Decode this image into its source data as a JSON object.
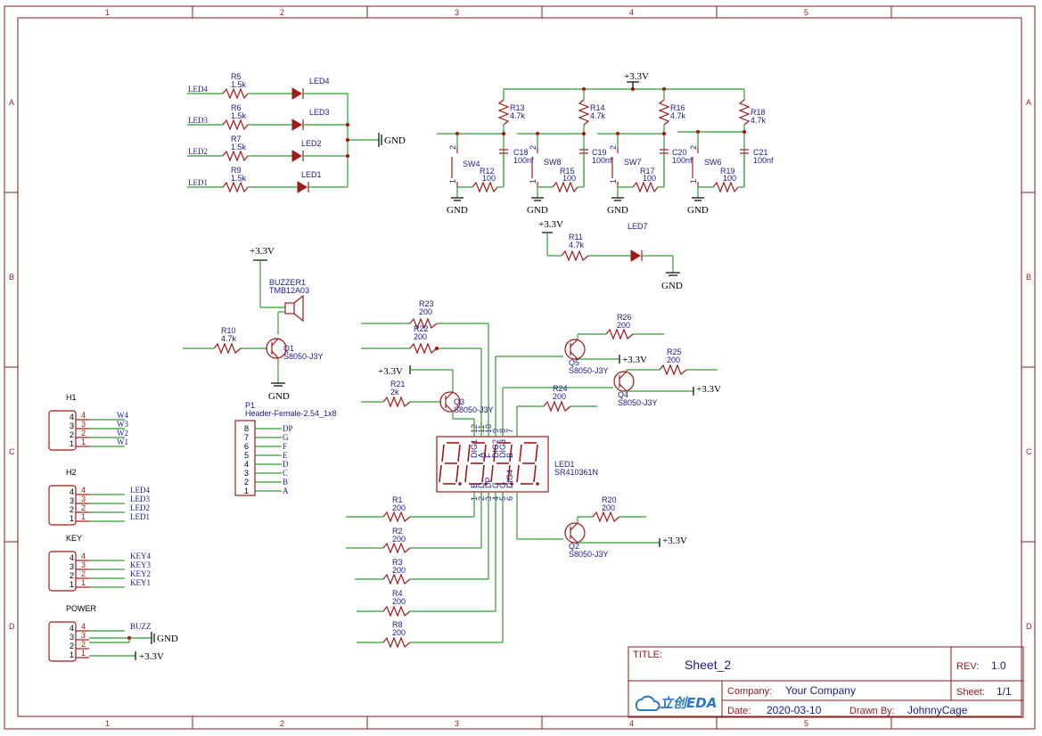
{
  "sheet": {
    "col_labels": [
      "1",
      "2",
      "3",
      "4",
      "5"
    ],
    "row_labels": [
      "A",
      "B",
      "C",
      "D"
    ]
  },
  "title_block": {
    "title_label": "TITLE:",
    "title": "Sheet_2",
    "rev_label": "REV:",
    "rev": "1.0",
    "company_label": "Company:",
    "company": "Your Company",
    "sheet_label": "Sheet:",
    "sheet": "1/1",
    "date_label": "Date:",
    "date": "2020-03-10",
    "drawn_label": "Drawn By:",
    "drawn_by": "JohnnyCage",
    "logo_text": "立创EDA"
  },
  "power": {
    "vcc": "+3.3V",
    "gnd": "GND"
  },
  "led_section": {
    "rows": [
      {
        "net": "LED4",
        "res": "R5",
        "val": "1.5k",
        "led": "LED4"
      },
      {
        "net": "LED3",
        "res": "R6",
        "val": "1.5k",
        "led": "LED3"
      },
      {
        "net": "LED2",
        "res": "R7",
        "val": "1.5k",
        "led": "LED2"
      },
      {
        "net": "LED1",
        "res": "R9",
        "val": "1.5k",
        "led": "LED1"
      }
    ]
  },
  "keys": {
    "pullups": [
      {
        "res": "R13",
        "val": "4.7k"
      },
      {
        "res": "R14",
        "val": "4.7k"
      },
      {
        "res": "R16",
        "val": "4.7k"
      },
      {
        "res": "R18",
        "val": "4.7k"
      }
    ],
    "switches": [
      {
        "sw": "SW4",
        "cap": "C18",
        "cval": "100nf",
        "res": "R12",
        "rval": "100"
      },
      {
        "sw": "SW8",
        "cap": "C19",
        "cval": "100nf",
        "res": "R15",
        "rval": "100"
      },
      {
        "sw": "SW7",
        "cap": "C20",
        "cval": "100nf",
        "res": "R17",
        "rval": "100"
      },
      {
        "sw": "SW6",
        "cap": "C21",
        "cval": "100nf",
        "res": "R19",
        "rval": "100"
      }
    ],
    "pin_top": "2",
    "pin_bottom": "1"
  },
  "led7": {
    "res": "R11",
    "val": "4.7k",
    "led": "LED7"
  },
  "buzzer": {
    "name": "BUZZER1",
    "part": "TMB12A03",
    "res": "R10",
    "val": "4.7k",
    "q": "Q1",
    "qpart": "S8050-J3Y"
  },
  "p1": {
    "name": "P1",
    "part": "Header-Female-2.54_1x8",
    "pins": [
      "8",
      "7",
      "6",
      "5",
      "4",
      "3",
      "2",
      "1"
    ],
    "nets": [
      "DP",
      "G",
      "F",
      "E",
      "D",
      "C",
      "B",
      "A"
    ]
  },
  "headers": [
    {
      "name": "H1",
      "pins": [
        "4",
        "3",
        "2",
        "1"
      ],
      "nets": [
        "W4",
        "W3",
        "W2",
        "W1"
      ]
    },
    {
      "name": "H2",
      "pins": [
        "4",
        "3",
        "2",
        "1"
      ],
      "nets": [
        "LED4",
        "LED3",
        "LED2",
        "LED1"
      ]
    },
    {
      "name": "KEY",
      "pins": [
        "4",
        "3",
        "2",
        "1"
      ],
      "nets": [
        "KEY4",
        "KEY3",
        "KEY2",
        "KEY1"
      ]
    },
    {
      "name": "POWER",
      "pins": [
        "4",
        "3",
        "2",
        "1"
      ],
      "nets": [
        "BUZZ",
        "",
        "",
        ""
      ]
    }
  ],
  "display": {
    "name": "LED1",
    "part": "SR410361N",
    "top_pins": [
      "12",
      "11",
      "10",
      "9",
      "8",
      "7"
    ],
    "top_names": [
      "DIG1",
      "A",
      "F",
      "DIG2",
      "DIG3",
      "B"
    ],
    "bot_pins": [
      "1",
      "2",
      "3",
      "4",
      "5",
      "6"
    ],
    "bot_names": [
      "E",
      "D",
      "DP",
      "C",
      "G",
      "DIG4"
    ],
    "digits": 4
  },
  "transistors": [
    {
      "q": "Q5",
      "part": "S8050-J3Y"
    },
    {
      "q": "Q4",
      "part": "S8050-J3Y"
    },
    {
      "q": "Q3",
      "part": "S8050-J3Y"
    },
    {
      "q": "Q2",
      "part": "S8050-J3Y"
    }
  ],
  "resistors_misc": [
    {
      "res": "R23",
      "val": "200"
    },
    {
      "res": "R22",
      "val": "200"
    },
    {
      "res": "R21",
      "val": "2k"
    },
    {
      "res": "R26",
      "val": "200"
    },
    {
      "res": "R25",
      "val": "200"
    },
    {
      "res": "R24",
      "val": "200"
    },
    {
      "res": "R20",
      "val": "200"
    },
    {
      "res": "R1",
      "val": "200"
    },
    {
      "res": "R2",
      "val": "200"
    },
    {
      "res": "R3",
      "val": "200"
    },
    {
      "res": "R4",
      "val": "200"
    },
    {
      "res": "R8",
      "val": "200"
    }
  ]
}
